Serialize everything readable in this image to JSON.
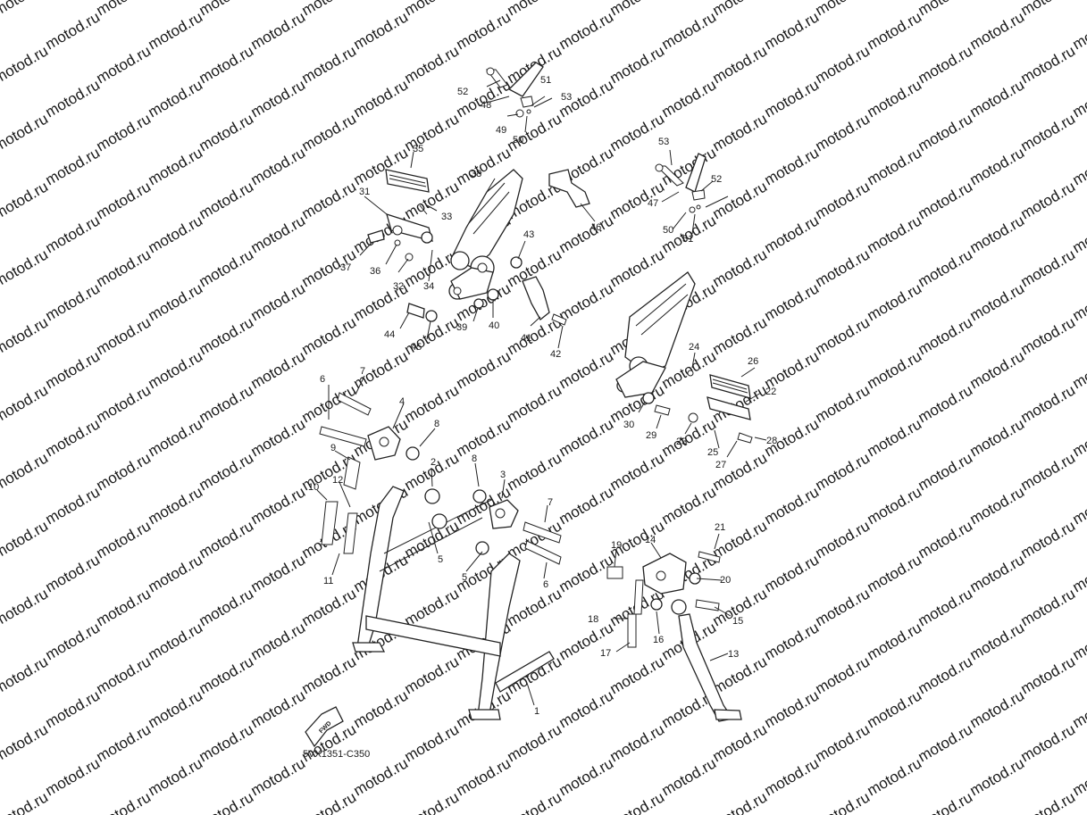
{
  "watermark": {
    "text": "motod.ru"
  },
  "diagram": {
    "code": "5VX1351-C350",
    "fwd_label": "FWD",
    "callouts": [
      "1",
      "2",
      "3",
      "4",
      "5",
      "5",
      "6",
      "6",
      "7",
      "7",
      "8",
      "8",
      "9",
      "10",
      "11",
      "12",
      "13",
      "14",
      "15",
      "16",
      "17",
      "18",
      "19",
      "20",
      "21",
      "22",
      "23",
      "24",
      "25",
      "26",
      "27",
      "28",
      "29",
      "30",
      "31",
      "32",
      "33",
      "34",
      "35",
      "36",
      "37",
      "38",
      "39",
      "40",
      "41",
      "42",
      "43",
      "44",
      "45",
      "46",
      "47",
      "48",
      "49",
      "50",
      "50",
      "51",
      "51",
      "52",
      "52",
      "53",
      "53"
    ]
  }
}
